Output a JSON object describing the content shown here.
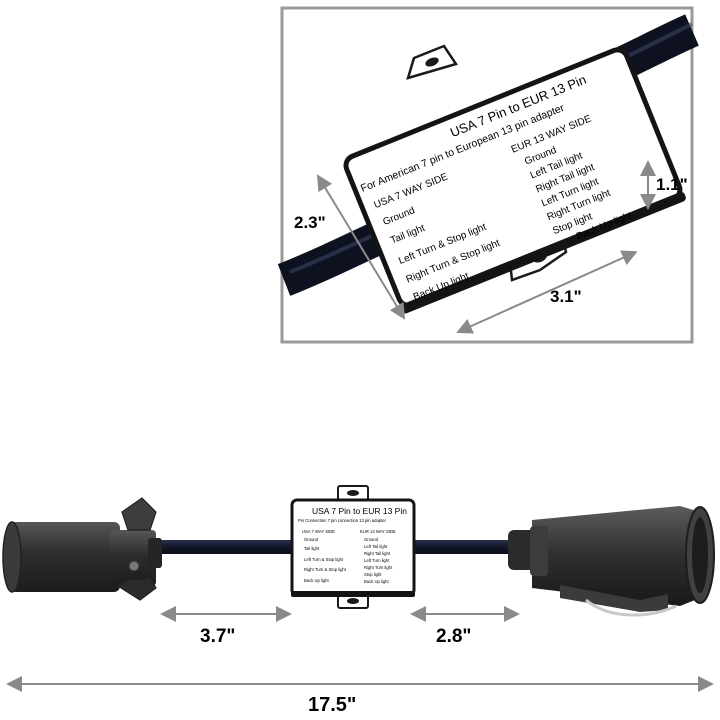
{
  "inset": {
    "title": "USA 7 Pin to EUR 13 Pin",
    "subtitle": "For American 7 pin to European 13 pin adapter",
    "left_header": "USA 7 WAY SIDE",
    "right_header": "EUR 13 WAY SIDE",
    "left_items": [
      "Ground",
      "Tail light",
      "Left Turn & Stop light",
      "Right Turn & Stop light",
      "Back Up light"
    ],
    "right_items": [
      "Ground",
      "Left Tail light",
      "Right Tail light",
      "Left Turn light",
      "Right Turn light",
      "Stop light",
      "Back Up light"
    ],
    "dim_height": "1.1\"",
    "dim_width": "2.3\"",
    "dim_length": "3.1\""
  },
  "main": {
    "box_title": "USA 7 Pin to EUR 13 Pin",
    "box_subtitle": "Pin Connection 7 pin connection 13 pin adapter",
    "box_left_header": "USA 7 WAY SIDE",
    "box_right_header": "EUR 13 WAY SIDE",
    "box_left_items": [
      "Ground",
      "Tail light",
      "Left Turn & Stop light",
      "Right Turn & Stop light",
      "Back Up light"
    ],
    "box_right_items": [
      "Ground",
      "Left Tail light",
      "Right Tail light",
      "Left Turn light",
      "Right Turn light",
      "Stop light",
      "Back Up light"
    ],
    "dim_left_cable": "3.7\"",
    "dim_right_cable": "2.8\"",
    "dim_total": "17.5\""
  },
  "colors": {
    "cable": "#141a2e",
    "plug": "#2f3130",
    "box_fill": "#ffffff",
    "box_edge": "#1a1a1a",
    "dim_line": "#8a8a8a",
    "inset_border": "#999999"
  }
}
